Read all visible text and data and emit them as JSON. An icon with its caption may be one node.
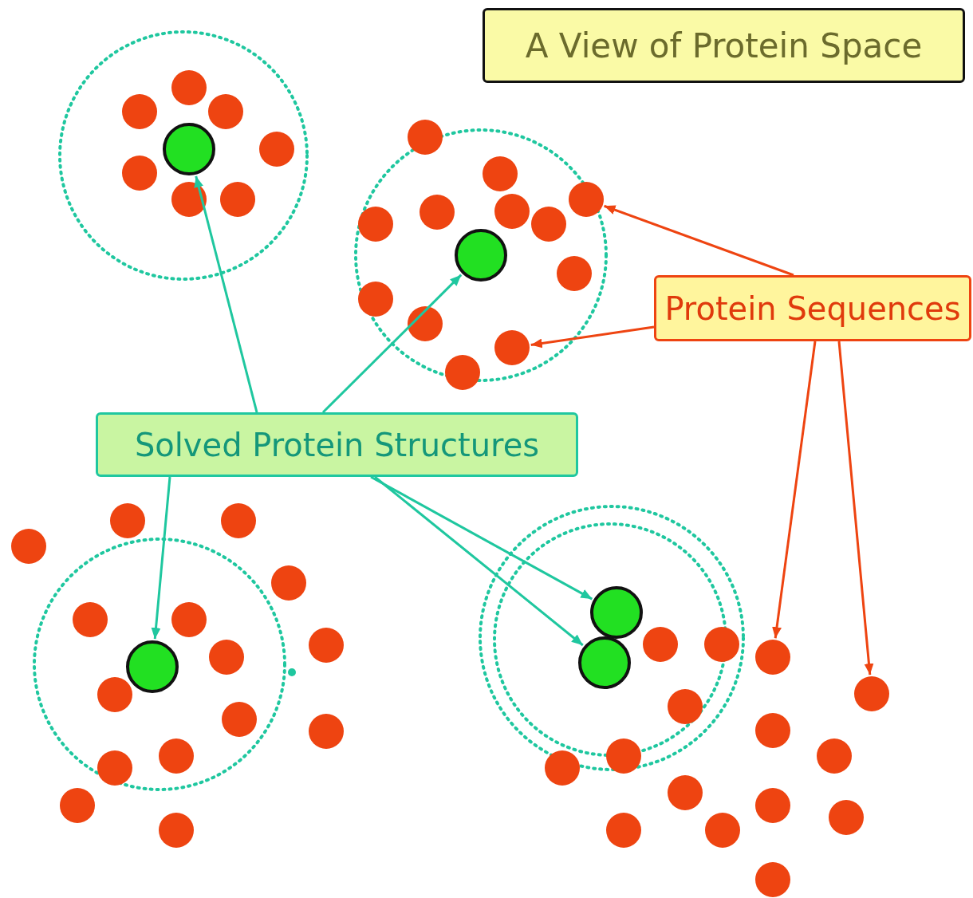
{
  "diagram": {
    "title": "A View of Protein Space",
    "nodes": [
      {
        "text": [
          "Solved Protein Structures"
        ]
      },
      {
        "text": [
          "Protein Sequences"
        ]
      },
      {
        "text": [],
        "shape": "circle"
      },
      {
        "text": [],
        "shape": "circle"
      },
      {
        "text": [],
        "shape": "circle"
      },
      {
        "text": [],
        "shape": "circle"
      },
      {
        "text": [],
        "shape": "circle"
      },
      {
        "text": [],
        "shape": "circle"
      },
      {
        "text": [],
        "shape": "circle"
      },
      {
        "text": [],
        "shape": "circle"
      },
      {
        "text": [],
        "shape": "circle"
      }
    ],
    "edges": [
      {
        "from": 0,
        "to": 2,
        "arrow": "to"
      },
      {
        "from": 0,
        "to": 3,
        "arrow": "to"
      },
      {
        "from": 0,
        "to": 4,
        "arrow": "to"
      },
      {
        "from": 0,
        "to": 5,
        "arrow": "to"
      },
      {
        "from": 0,
        "to": 6,
        "arrow": "to"
      },
      {
        "from": 1,
        "to": 7,
        "arrow": "to",
        "color": "#ee4411"
      },
      {
        "from": 1,
        "to": 8,
        "arrow": "to",
        "color": "#ee4411"
      },
      {
        "from": 1,
        "to": 9,
        "arrow": "to",
        "color": "#ee4411"
      },
      {
        "from": 1,
        "to": 10,
        "arrow": "to",
        "color": "#ee4411"
      }
    ]
  }
}
